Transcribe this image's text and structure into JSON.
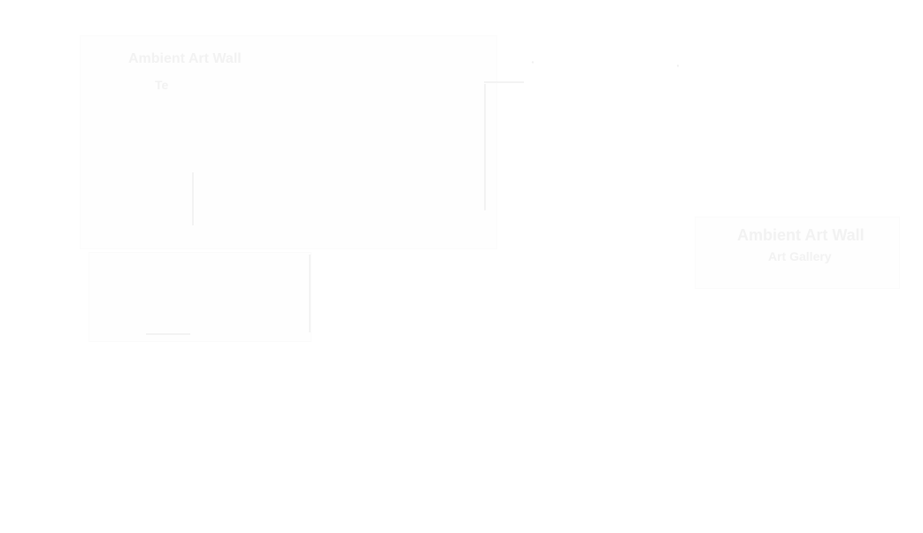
{
  "screen": {
    "background": "#ffffff",
    "state": "blank / faded overlay"
  },
  "faint_text": {
    "left_title": "Ambient Art Wall",
    "left_sub": "Te",
    "right_title": "Ambient Art Wall",
    "right_sub": "Art Gallery"
  },
  "colors": {
    "ghost_text": "#f2f2f2",
    "ghost_line": "#f3f3f3"
  }
}
